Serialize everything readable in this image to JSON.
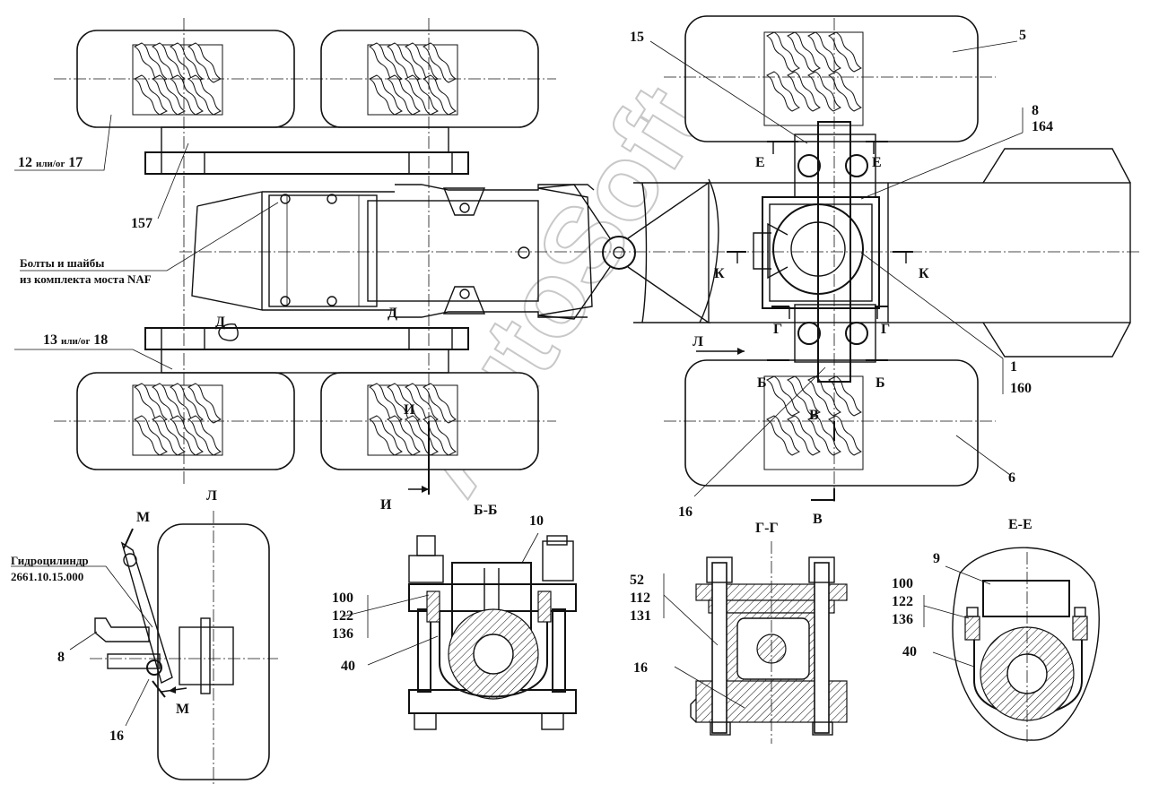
{
  "watermark": "AutoSoft",
  "labels": {
    "p5": "5",
    "p15": "15",
    "p8a": "8",
    "p164": "164",
    "e1": "Е",
    "e2": "Е",
    "k1": "К",
    "k2": "К",
    "g1": "Г",
    "g2": "Г",
    "l_arrow": "Л",
    "p1": "1",
    "p160": "160",
    "b1": "Б",
    "b2": "Б",
    "v_top": "В",
    "v_bot": "В",
    "p6": "6",
    "p16_top": "16",
    "p12": "12",
    "p12_or": "или/or",
    "p12b": "17",
    "p157": "157",
    "bolts_line1": "Болты и шайбы",
    "bolts_line2": "из комплекта моста NAF",
    "d1": "Д",
    "d2": "Д",
    "p13": "13",
    "p13_or": "или/or",
    "p13b": "18",
    "i1": "И",
    "i2": "И",
    "view_l": "Л",
    "m1": "М",
    "m2": "М",
    "hydro1": "Гидроцилиндр",
    "hydro2": "2661.10.15.000",
    "p8b": "8",
    "p16_left": "16",
    "sec_bb": "Б-Б",
    "p10": "10",
    "p100a": "100",
    "p122a": "122",
    "p136a": "136",
    "p40a": "40",
    "sec_gg": "Г-Г",
    "p52": "52",
    "p112": "112",
    "p131": "131",
    "p16_gg": "16",
    "sec_ee": "Е-Е",
    "p9": "9",
    "p100b": "100",
    "p122b": "122",
    "p136b": "136",
    "p40b": "40"
  }
}
